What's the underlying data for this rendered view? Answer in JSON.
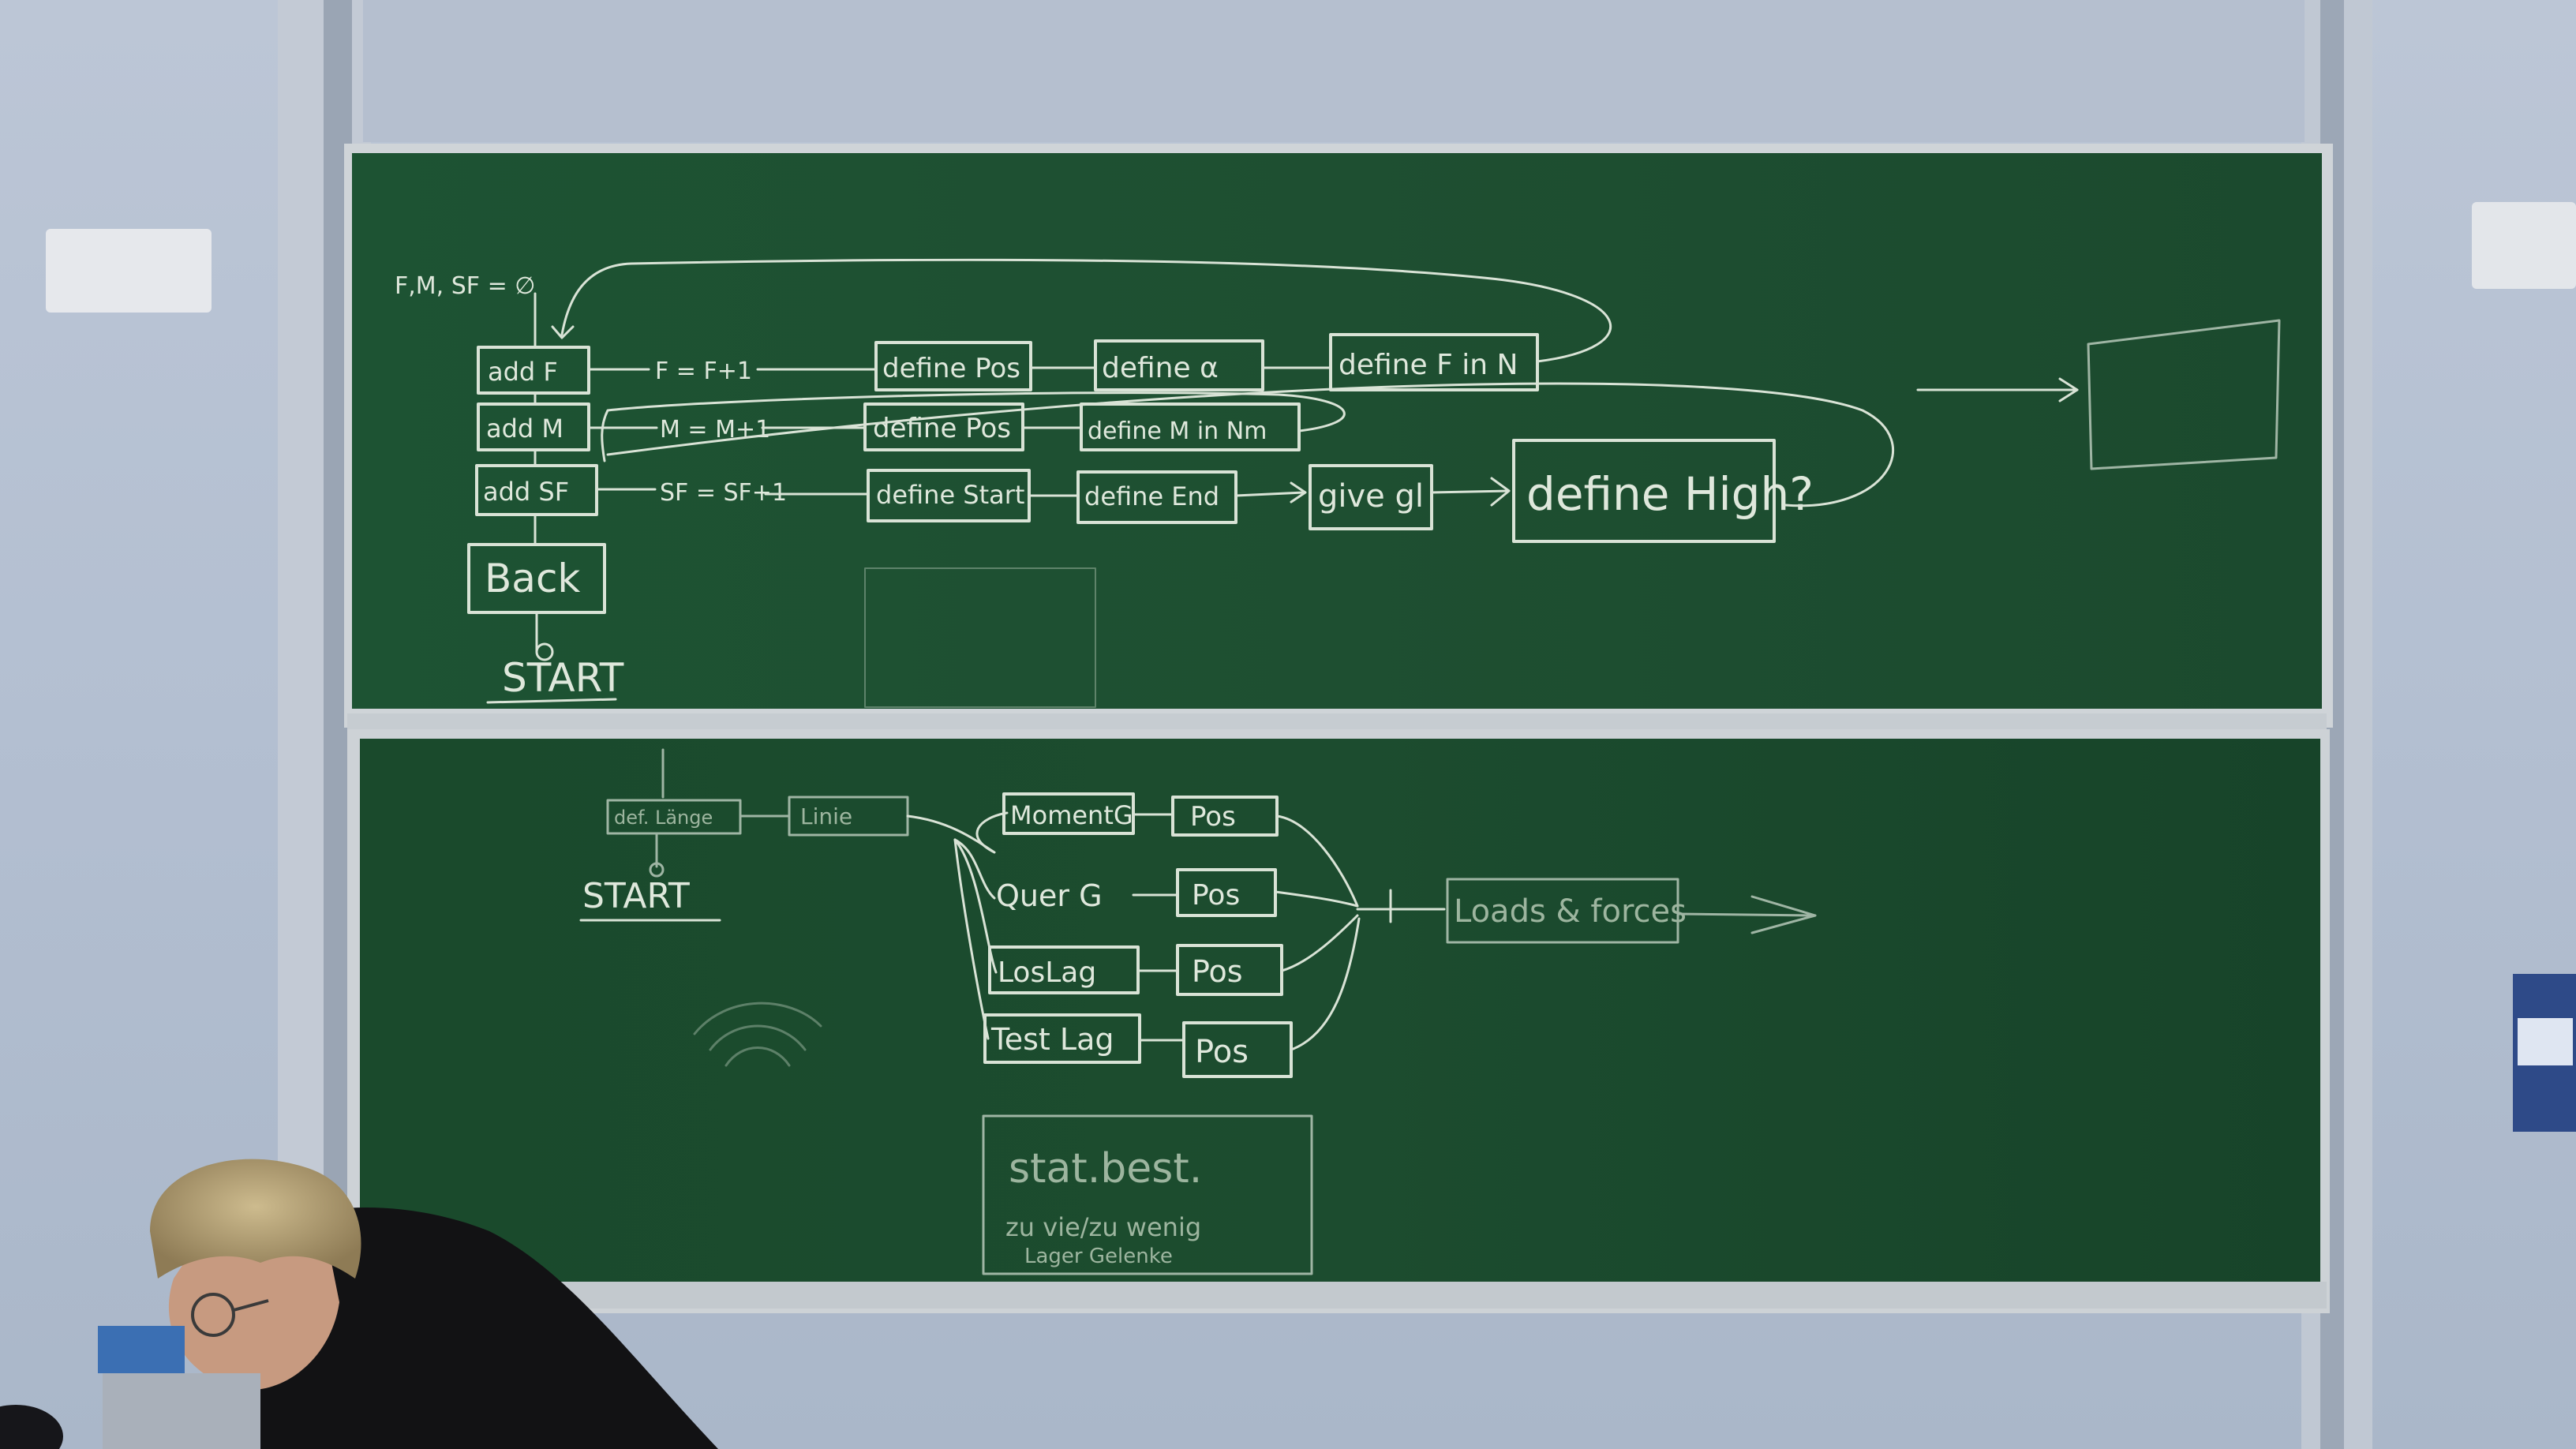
{
  "board_top": {
    "header": "F,M, SF = ∅",
    "add_f": "add F",
    "add_m": "add M",
    "add_sf": "add SF",
    "f_inc": "F = F+1",
    "m_inc": "M = M+1",
    "sf_inc": "SF = SF+1",
    "define_pos_f": "define Pos",
    "define_alpha": "define α",
    "define_f_in_n": "define F in N",
    "define_pos_m": "define Pos",
    "define_m_in_nm": "define M in Nm",
    "define_start": "define Start",
    "define_end": "define End",
    "give_gl": "give gl",
    "define_high": "define High?",
    "back": "Back",
    "start": "START"
  },
  "board_bottom": {
    "start": "START",
    "define_length": "def. Länge",
    "linie": "Linie",
    "moment": "MomentG",
    "quer": "Quer G",
    "loslag": "LosLag",
    "testlag": "Test Lag",
    "pos": "Pos",
    "loads_forces": "Loads & forces",
    "stat_best": "stat.best.",
    "zu_wenig_1": "zu vie/zu wenig",
    "zu_wenig_2": "Lager   Gelenke"
  },
  "colors": {
    "board": "#1f4f31",
    "chalk": "#d9e3d6",
    "frame": "#c9ced2",
    "wall": "#b9c4d6"
  }
}
